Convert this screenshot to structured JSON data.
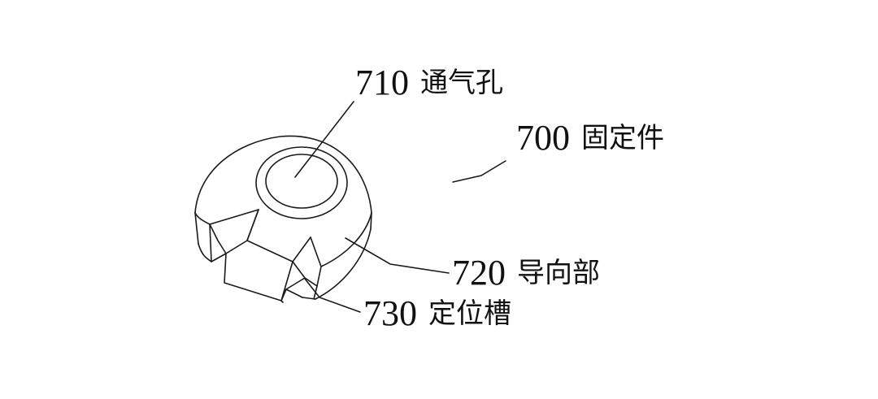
{
  "figure": {
    "callouts": {
      "vent_hole": {
        "number": "710",
        "name": "通气孔"
      },
      "fixing_member": {
        "number": "700",
        "name": "固定件"
      },
      "guide_part": {
        "number": "720",
        "name": "导向部"
      },
      "positioning_slot": {
        "number": "730",
        "name": "定位槽"
      }
    }
  }
}
